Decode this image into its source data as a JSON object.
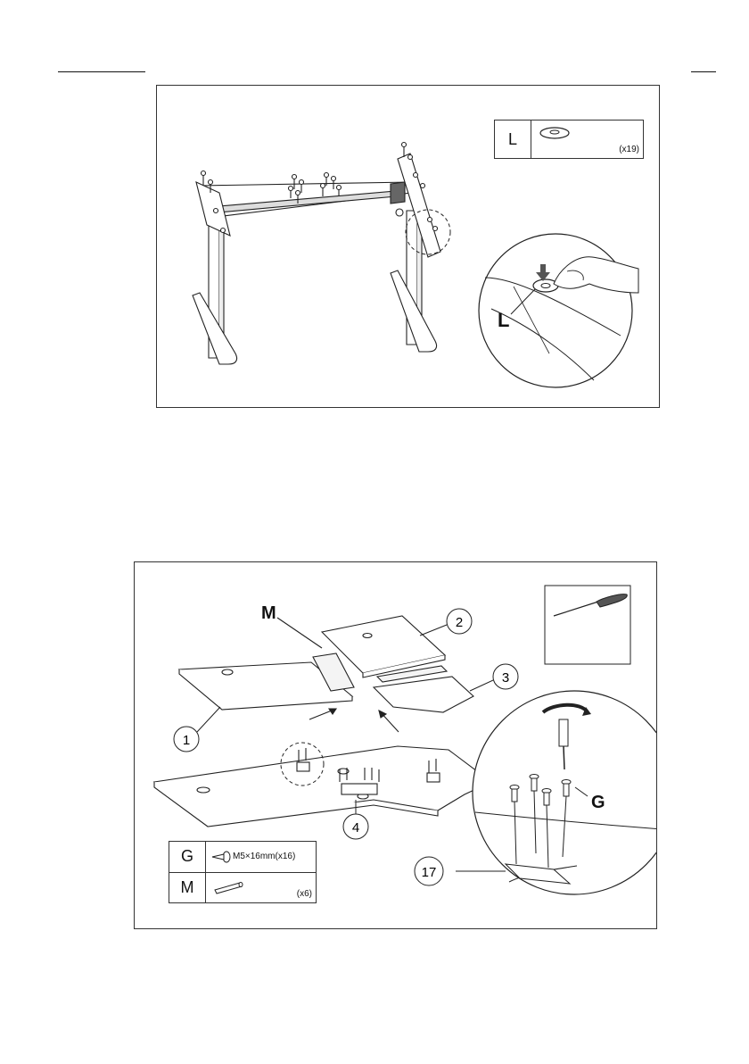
{
  "step1": {
    "parts": {
      "letter": "L",
      "qty": "(x19)"
    },
    "callout_label": "L"
  },
  "step2": {
    "label_m": "M",
    "label_g": "G",
    "callouts": [
      "1",
      "2",
      "3",
      "4",
      "17"
    ],
    "parts": [
      {
        "letter": "G",
        "spec": "M5×16mm(x16)"
      },
      {
        "letter": "M",
        "qty": "(x6)"
      }
    ]
  }
}
